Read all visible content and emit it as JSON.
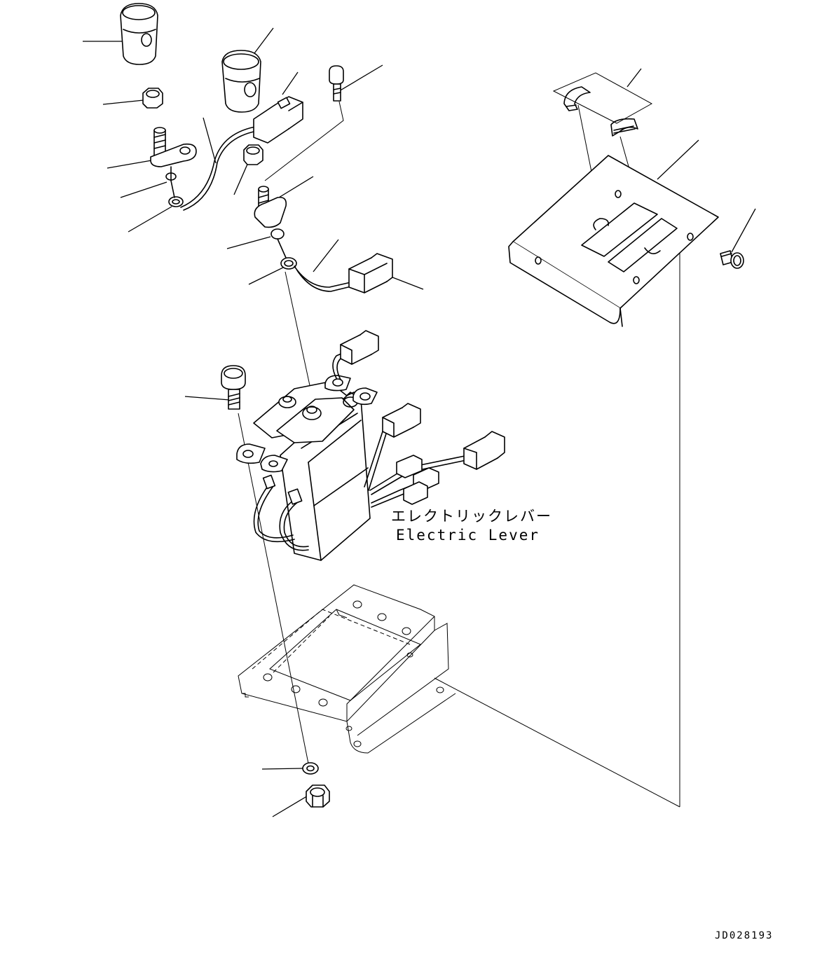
{
  "diagram": {
    "label_jp": "エレクトリックレバー",
    "label_en": "Electric Lever",
    "drawing_code": "JD028193"
  },
  "icons": {
    "knob": "lever-knob-icon",
    "nut": "nut-icon",
    "connector": "connector-icon",
    "bracket": "bracket-icon",
    "cover": "cover-plate-icon"
  },
  "colors": {
    "ink": "#000000",
    "paper": "#ffffff"
  }
}
